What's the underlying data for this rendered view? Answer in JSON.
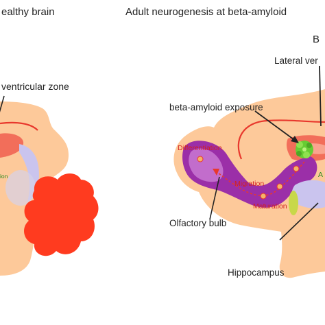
{
  "panels": {
    "left_title": "ealthy brain",
    "right_title": "Adult neurogenesis at beta-amyloid",
    "panel_letter": "B"
  },
  "labels": {
    "left_subventricular": "ventricular zone",
    "left_cut_tag": "ion",
    "lateral_ventricle": "Lateral ver",
    "beta_amyloid_exposure": "beta-amyloid exposure",
    "differentiation": "Differentiation",
    "migration": "Migration",
    "maturation": "Maturation",
    "right_edge_tag": "A",
    "olfactory_bulb": "Olfactory bulb",
    "hippocampus": "Hippocampus"
  },
  "colors": {
    "brain_fill": "#fdc99a",
    "ventricle_red": "#e8382d",
    "tumor_red": "#ff3b1f",
    "purple_stream": "#9b2fa8",
    "label_red": "#d32020",
    "amyloid_green": "#66cc33",
    "lavender": "#c9c3ef",
    "salmon": "#f26e5a"
  }
}
